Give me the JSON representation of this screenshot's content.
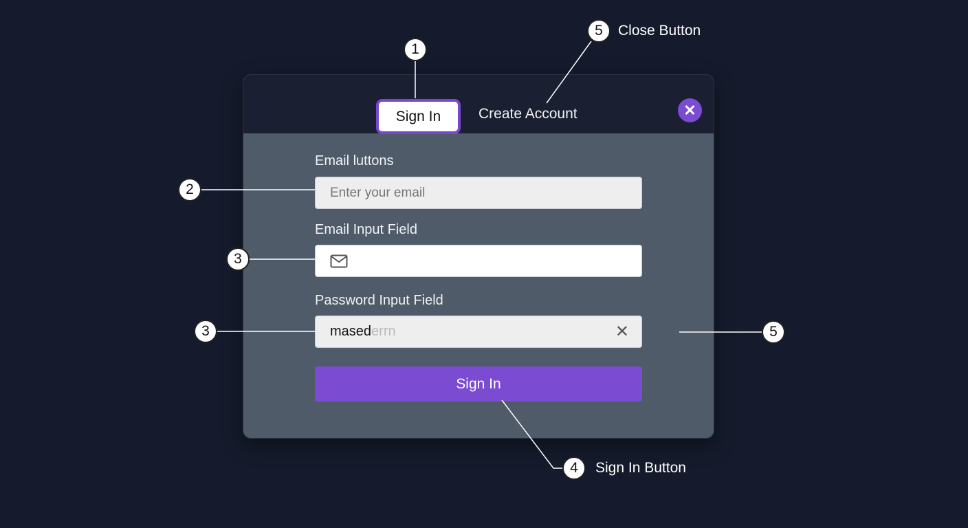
{
  "tabs": [
    {
      "label": "Sign In",
      "active": true
    },
    {
      "label": "Create Account",
      "active": false
    }
  ],
  "close_icon": "close-icon",
  "fields": {
    "email_label": "Email luttons",
    "email_placeholder": "Enter your email",
    "email2_label": "Email Input Field",
    "email2_icon": "mail-icon",
    "password_label": "Password Input Field",
    "password_value": "mased",
    "password_faded": "errn",
    "password_clear_icon": "clear-icon"
  },
  "submit_label": "Sign In",
  "annotations": [
    {
      "number": "1",
      "label": ""
    },
    {
      "number": "5",
      "label": "Close Button"
    },
    {
      "number": "2",
      "label": ""
    },
    {
      "number": "3",
      "label": ""
    },
    {
      "number": "3",
      "label": ""
    },
    {
      "number": "5",
      "label": ""
    },
    {
      "number": "4",
      "label": "Sign In Button"
    }
  ],
  "colors": {
    "accent": "#7b4bd1",
    "background": "#151b2c",
    "panel": "#4f5b69"
  }
}
